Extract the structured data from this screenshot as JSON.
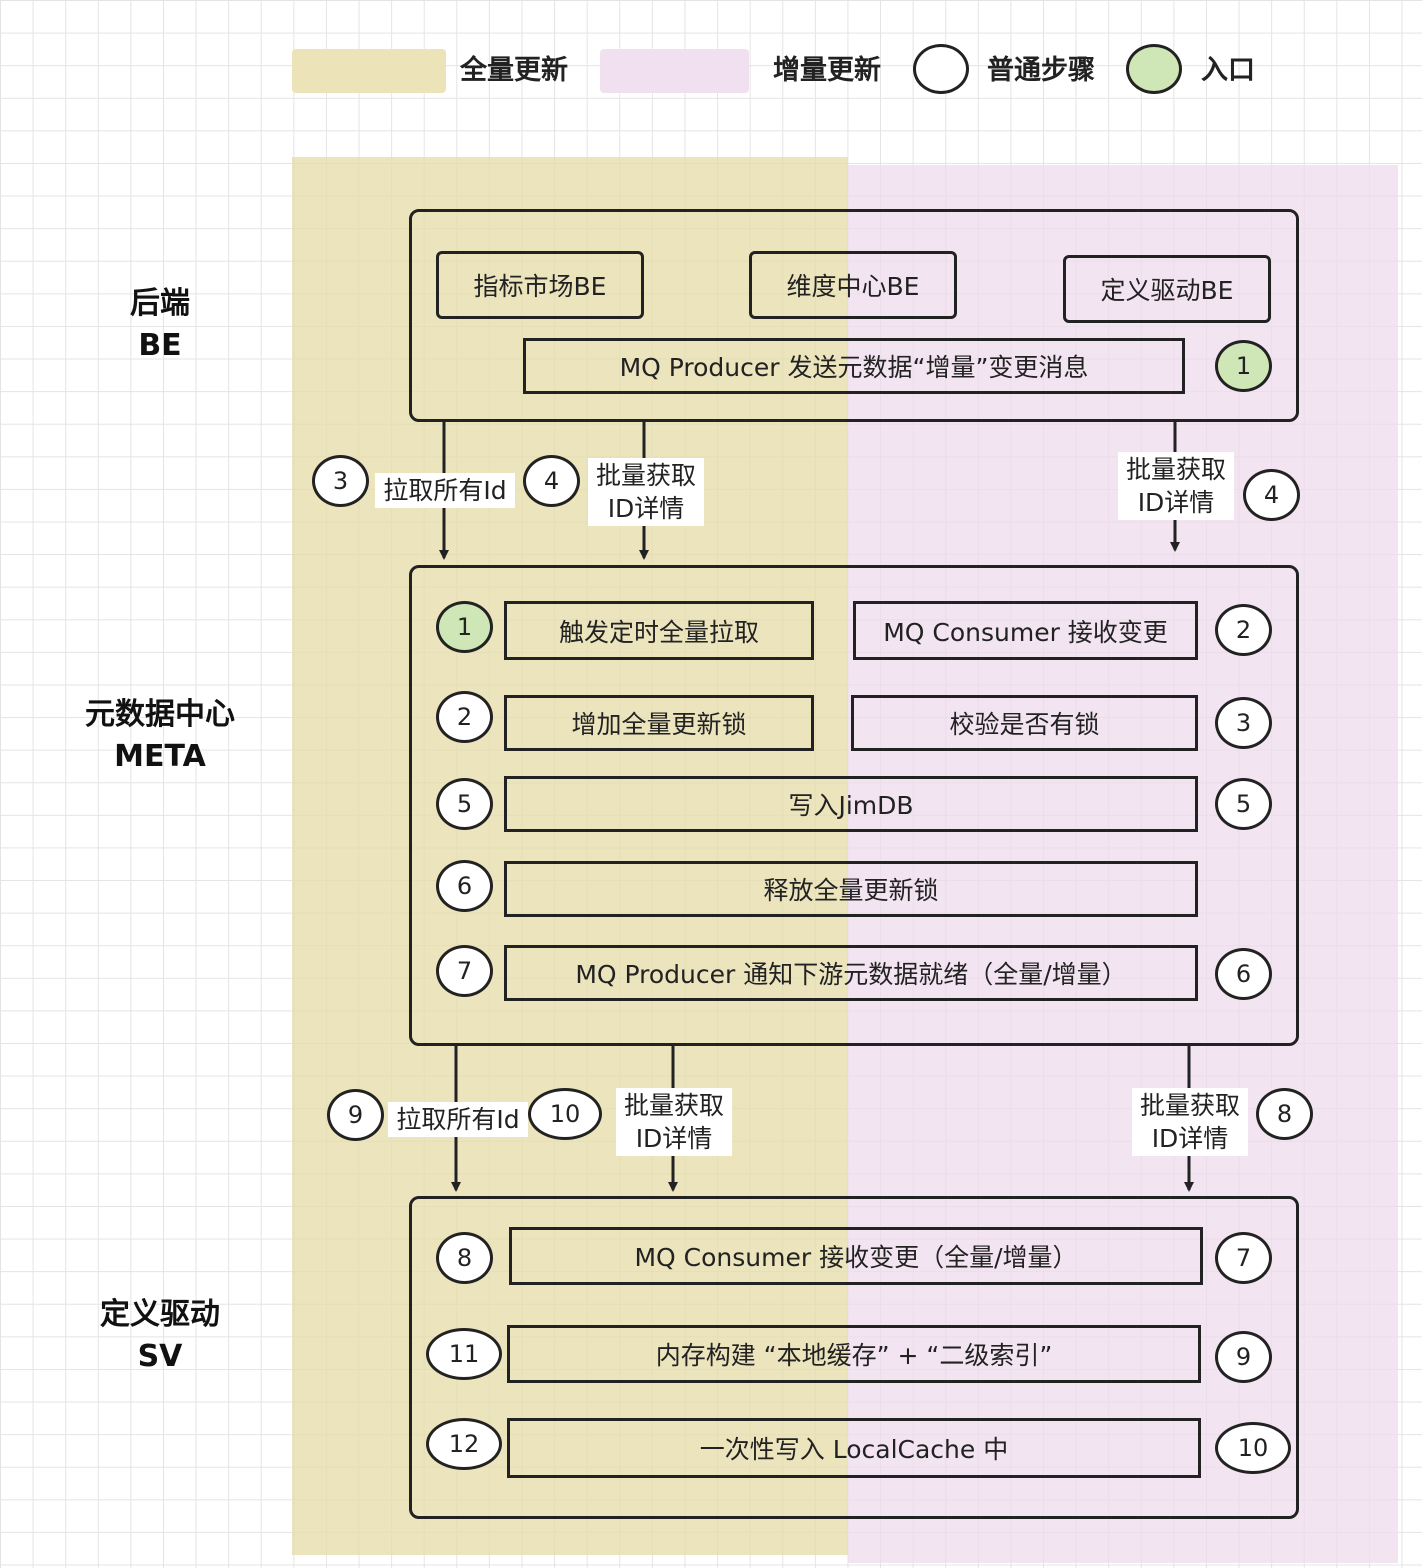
{
  "legend": {
    "full_update": "全量更新",
    "incremental_update": "增量更新",
    "normal_step": "普通步骤",
    "entry": "入口"
  },
  "rows": {
    "backend": {
      "line1": "后端",
      "line2": "BE"
    },
    "meta": {
      "line1": "元数据中心",
      "line2": "META"
    },
    "sv": {
      "line1": "定义驱动",
      "line2": "SV"
    }
  },
  "backend": {
    "services": [
      "指标市场BE",
      "维度中心BE",
      "定义驱动BE"
    ],
    "mq_producer": "MQ Producer 发送元数据“增量”变更消息",
    "mq_producer_step": "1"
  },
  "edges_be_meta": {
    "pull_all_step": "3",
    "pull_all_label": "拉取所有Id",
    "batch_full_step": "4",
    "batch_full_label": [
      "批量获取",
      "ID详情"
    ],
    "batch_inc_label": [
      "批量获取",
      "ID详情"
    ],
    "batch_inc_step": "4"
  },
  "meta": {
    "left_steps": [
      {
        "step": "1",
        "text": "触发定时全量拉取"
      },
      {
        "step": "2",
        "text": "增加全量更新锁"
      }
    ],
    "right_steps": [
      {
        "step": "2",
        "text": "MQ Consumer 接收变更"
      },
      {
        "step": "3",
        "text": "校验是否有锁"
      }
    ],
    "wide_steps": [
      {
        "left_step": "5",
        "text": "写入JimDB",
        "right_step": "5"
      },
      {
        "left_step": "6",
        "text": "释放全量更新锁"
      },
      {
        "left_step": "7",
        "text": "MQ Producer 通知下游元数据就绪（全量/增量）",
        "right_step": "6"
      }
    ]
  },
  "edges_meta_sv": {
    "pull_all_step": "9",
    "pull_all_label": "拉取所有Id",
    "batch_full_step": "10",
    "batch_full_label": [
      "批量获取",
      "ID详情"
    ],
    "batch_inc_label": [
      "批量获取",
      "ID详情"
    ],
    "batch_inc_step": "8"
  },
  "sv": {
    "steps": [
      {
        "left_step": "8",
        "text": "MQ Consumer 接收变更（全量/增量）",
        "right_step": "7"
      },
      {
        "left_step": "11",
        "text": "内存构建 “本地缓存” + “二级索引”",
        "right_step": "9"
      },
      {
        "left_step": "12",
        "text": "一次性写入 LocalCache 中",
        "right_step": "10"
      }
    ]
  }
}
